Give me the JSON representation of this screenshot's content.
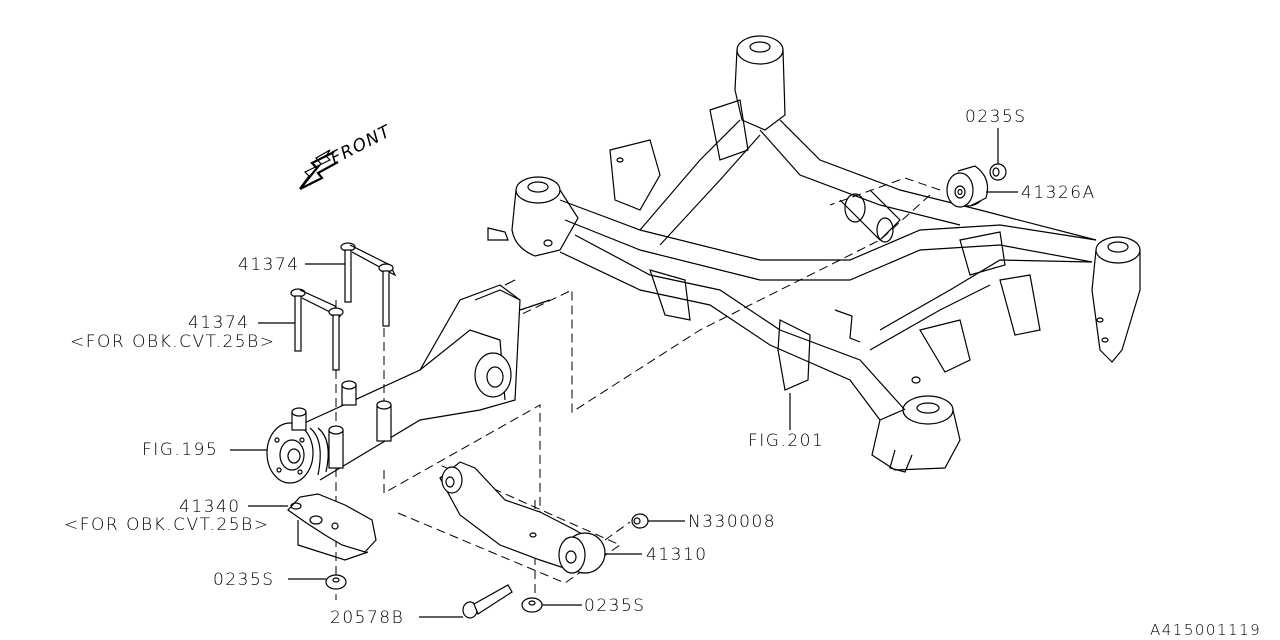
{
  "diagram": {
    "title_code": "A415001119",
    "direction_indicator": {
      "text": "FRONT",
      "icon": "arrow-front-icon"
    },
    "callouts": [
      {
        "id": "c1",
        "part_number": "0235S",
        "target": "nut (crossmember bushing)"
      },
      {
        "id": "c2",
        "part_number": "41326A",
        "target": "crossmember bushing"
      },
      {
        "id": "c3",
        "part_number": "41374",
        "target": "differential mount bolt"
      },
      {
        "id": "c4",
        "part_number": "41374",
        "note": "<FOR OBK.CVT.25B>",
        "target": "differential mount bolt"
      },
      {
        "id": "c5",
        "part_number": "FIG.195",
        "target": "rear differential"
      },
      {
        "id": "c6",
        "part_number": "FIG.201",
        "target": "rear crossmember"
      },
      {
        "id": "c7",
        "part_number": "41340",
        "note": "<FOR OBK.CVT.25B>",
        "target": "differential bracket"
      },
      {
        "id": "c8",
        "part_number": "0235S",
        "target": "nut (bracket)"
      },
      {
        "id": "c9",
        "part_number": "N330008",
        "target": "nut (member)"
      },
      {
        "id": "c10",
        "part_number": "41310",
        "target": "differential member"
      },
      {
        "id": "c11",
        "part_number": "20578B",
        "target": "bolt"
      },
      {
        "id": "c12",
        "part_number": "0235S",
        "target": "nut (member)"
      }
    ]
  }
}
